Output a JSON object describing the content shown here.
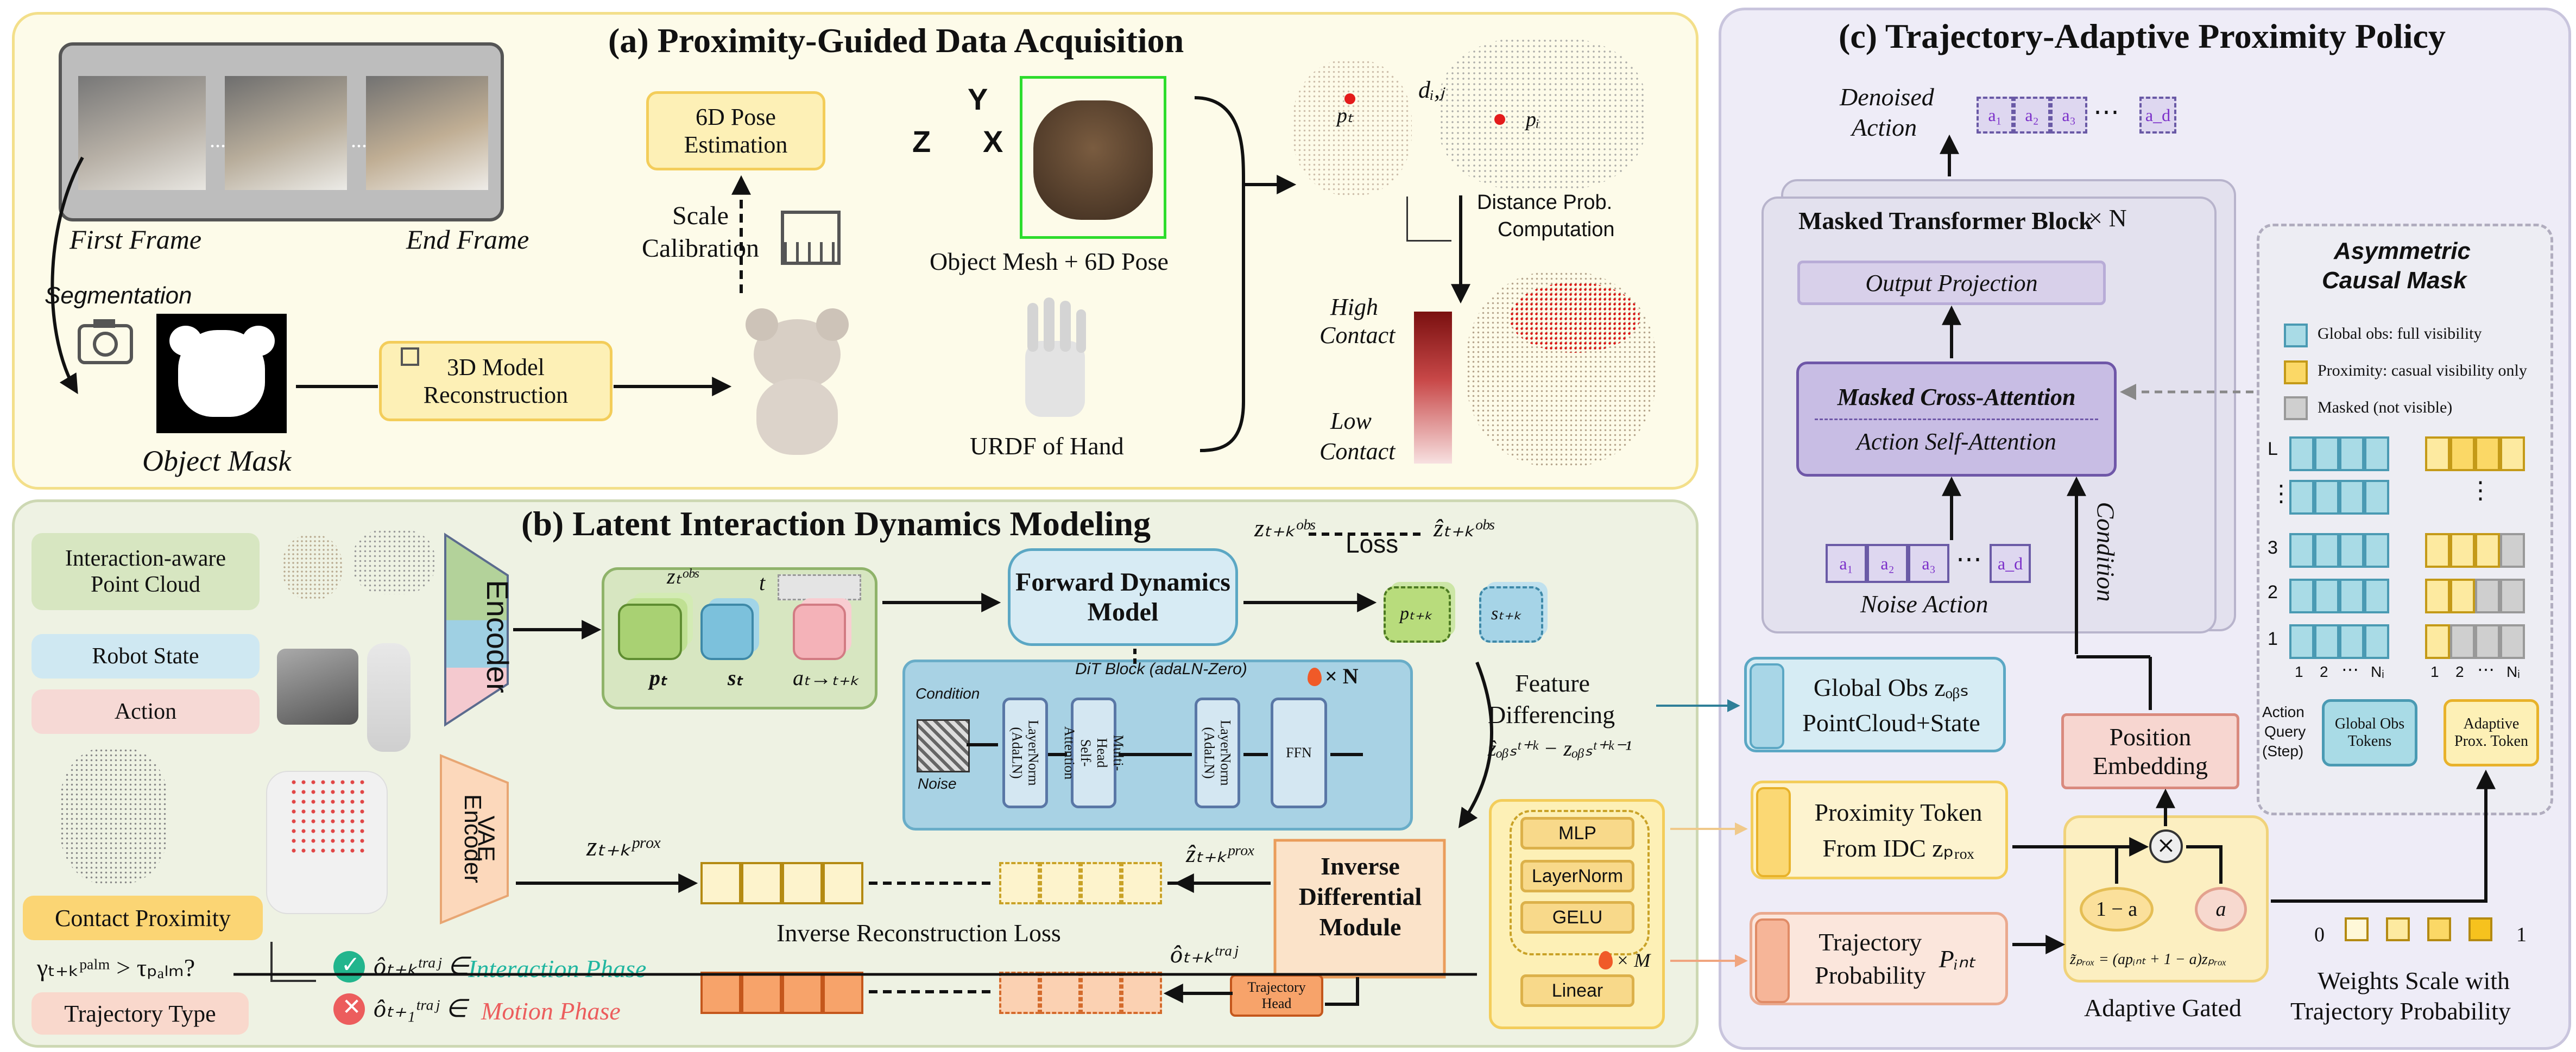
{
  "panel_a": {
    "title": "(a) Proximity-Guided Data Acquisition",
    "first_frame": "First Frame",
    "end_frame": "End Frame",
    "dots": "...",
    "segmentation": "Segmentation",
    "object_mask": "Object Mask",
    "model_reconstruction": "3D Model Reconstruction",
    "pose_estimation": "6D Pose Estimation",
    "scale_calibration": "Scale Calibration",
    "mesh_pose": "Object Mesh + 6D Pose",
    "urdf_hand": "URDF of  Hand",
    "axis_x": "X",
    "axis_y": "Y",
    "axis_z": "Z",
    "distance_label": "dᵢ,ⱼ",
    "p_t": "pₜ",
    "p_i": "pᵢ",
    "distance_prob": "Distance Prob.",
    "computation": "Computation",
    "high_contact_1": "High",
    "high_contact_2": "Contact",
    "low_contact_1": "Low",
    "low_contact_2": "Contact"
  },
  "panel_b": {
    "title": "(b) Latent Interaction Dynamics Modeling",
    "point_cloud": "Interaction-aware Point Cloud",
    "robot_state": "Robot State",
    "action": "Action",
    "contact_proximity": "Contact Proximity",
    "trajectory_type": "Trajectory Type",
    "condition_expr": "γₜ₊ₖᵖᵃˡᵐ > τₚₐₗₘ?",
    "encoder": "Encoder",
    "vae_encoder_1": "VAE",
    "vae_encoder_2": "Encoder",
    "z_prox": "zₜ₊ₖᵖʳᵒˣ",
    "z_obs": "zₜᵒᵇˢ",
    "t_label": "t",
    "p_t": "pₜ",
    "s_t": "sₜ",
    "a_t": "aₜ→ₜ₊ₖ",
    "forward_model": "Forward Dynamics Model",
    "dit_block": "DiT Block (adaLN-Zero)",
    "times_n": "× N",
    "condition": "Condition",
    "noise": "Noise",
    "layernorm_1": "LayerNorm (AdaLN)",
    "mhsa": "Multi-Head Self-Attention",
    "layernorm_2": "LayerNorm (AdaLN)",
    "ffn": "FFN",
    "z_obs_future": "zₜ₊ₖᵒᵇˢ",
    "z_hat_obs": "ẑₜ₊ₖᵒᵇˢ",
    "loss": "Loss",
    "p_tk": "pₜ₊ₖ",
    "s_tk": "sₜ₊ₖ",
    "feature_diff_1": "Feature",
    "feature_diff_2": "Differencing",
    "diff_expr": "ẑₒᵦₛᵗ⁺ᵏ − zₒᵦₛᵗ⁺ᵏ⁻¹",
    "inverse_module": "Inverse Differential Module",
    "z_hat_prox": "ẑₜ₊ₖᵖʳᵒˣ",
    "inverse_recon_loss": "Inverse Reconstruction Loss",
    "o_hat_traj": "ôₜ₊ₖᵗʳᵃʲ",
    "trajectory_head": "Trajectory Head",
    "interaction_expr": "ôₜ₊ₖᵗʳᵃʲ ∈",
    "interaction_phase": "Interaction Phase",
    "motion_expr": "ôₜ₊₁ᵗʳᵃʲ ∈",
    "motion_phase": "Motion Phase",
    "mlp": "MLP",
    "layernorm_3": "LayerNorm",
    "gelu": "GELU",
    "linear": "Linear",
    "times_m": "× M"
  },
  "panel_c": {
    "title": "(c) Trajectory-Adaptive Proximity Policy",
    "denoised_1": "Denoised",
    "denoised_2": "Action",
    "a_tokens": [
      "a₁",
      "a₂",
      "a₃",
      "a_d"
    ],
    "ellipsis": "⋯",
    "transformer_block": "Masked Transformer Block",
    "times_n": "× N",
    "output_projection": "Output Projection",
    "cross_attention": "Masked Cross-Attention",
    "self_attention": "Action Self-Attention",
    "noise_action": "Noise Action",
    "condition": "Condition",
    "global_obs_1": "Global Obs zₒᵦₛ",
    "global_obs_2": "PointCloud+State",
    "position_embedding": "Position Embedding",
    "proximity_token_1": "Proximity Token",
    "proximity_token_2": "From IDC zₚᵣₒₓ",
    "trajectory_prob_1": "Trajectory",
    "trajectory_prob_2": "Probability",
    "p_int": "Pᵢₙₜ",
    "one_minus_a": "1 − a",
    "a_label": "a",
    "gated_formula": "z̃ₚᵣₒₓ = (apᵢₙₜ + 1 − a)zₚᵣₒₓ",
    "adaptive_gated": "Adaptive Gated",
    "weights_1": "Weights Scale with",
    "weights_2": "Trajectory  Probability",
    "scale_0": "0",
    "scale_1": "1",
    "mask_title_1": "Asymmetric",
    "mask_title_2": "Causal Mask",
    "legend_global": "Global obs: full visibility",
    "legend_prox": "Proximity: casual visibility only",
    "legend_masked": "Masked (not visible)",
    "row_labels": [
      "L",
      "⋮",
      "3",
      "2",
      "1"
    ],
    "col_labels_left": [
      "1",
      "2",
      "⋯",
      "Nᵢ"
    ],
    "col_labels_right": [
      "1",
      "2",
      "⋯",
      "Nᵢ"
    ],
    "action_query_1": "Action",
    "action_query_2": "Query",
    "action_query_3": "(Step)",
    "global_obs_tokens": "Global Obs Tokens",
    "adaptive_prox_token": "Adaptive Prox. Token"
  }
}
